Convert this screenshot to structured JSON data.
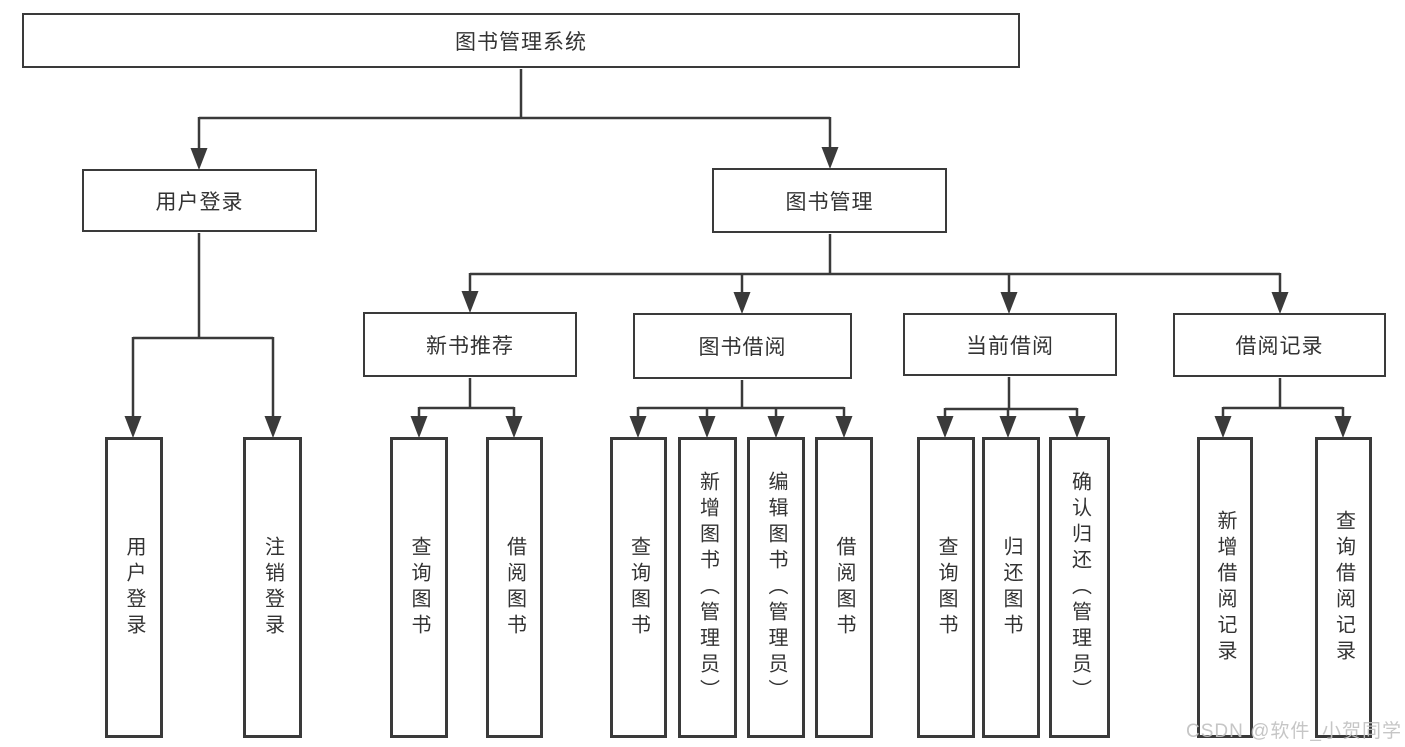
{
  "diagram": {
    "tree": {
      "label": "图书管理系统",
      "children": [
        {
          "label": "用户登录",
          "children": [
            {
              "label": "用户登录"
            },
            {
              "label": "注销登录"
            }
          ]
        },
        {
          "label": "图书管理",
          "children": [
            {
              "label": "新书推荐",
              "children": [
                {
                  "label": "查询图书"
                },
                {
                  "label": "借阅图书"
                }
              ]
            },
            {
              "label": "图书借阅",
              "children": [
                {
                  "label": "查询图书"
                },
                {
                  "label": "新增图书（管理员）"
                },
                {
                  "label": "编辑图书（管理员）"
                },
                {
                  "label": "借阅图书"
                }
              ]
            },
            {
              "label": "当前借阅",
              "children": [
                {
                  "label": "查询图书"
                },
                {
                  "label": "归还图书"
                },
                {
                  "label": "确认归还（管理员）"
                }
              ]
            },
            {
              "label": "借阅记录",
              "children": [
                {
                  "label": "新增借阅记录"
                },
                {
                  "label": "查询借阅记录"
                }
              ]
            }
          ]
        }
      ]
    },
    "watermark": {
      "text": "CSDN @软件_小贺同学"
    },
    "colors": {
      "line": "#3a3a3a",
      "text": "#333333",
      "watermark": "#c1c1c1",
      "background": "#ffffff"
    }
  }
}
